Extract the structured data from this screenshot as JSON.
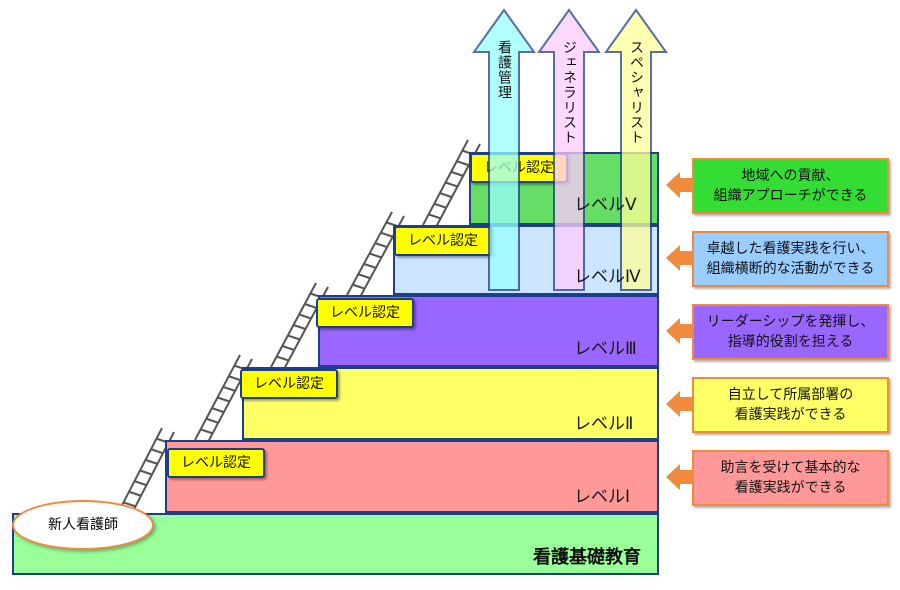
{
  "base": {
    "label": "看護基礎教育",
    "color": "#99ff99"
  },
  "new_nurse": {
    "label": "新人看護師"
  },
  "levels": [
    {
      "label": "レベルⅠ",
      "cert": "レベル認定",
      "color": "#ff9999",
      "desc_line1": "助言を受けて基本的な",
      "desc_line2": "看護実践ができる",
      "desc_color": "#ff9999"
    },
    {
      "label": "レベルⅡ",
      "cert": "レベル認定",
      "color": "#ffff66",
      "desc_line1": "自立して所属部署の",
      "desc_line2": "看護実践ができる",
      "desc_color": "#ffff66"
    },
    {
      "label": "レベルⅢ",
      "cert": "レベル認定",
      "color": "#9966ff",
      "desc_line1": "リーダーシップを発揮し、",
      "desc_line2": "指導的役割を担える",
      "desc_color": "#9966ff"
    },
    {
      "label": "レベルⅣ",
      "cert": "レベル認定",
      "color": "#cce5ff",
      "desc_line1": "卓越した看護実践を行い、",
      "desc_line2": "組織横断的な活動ができる",
      "desc_color": "#99ccff"
    },
    {
      "label": "レベルⅤ",
      "cert": "レベル認定",
      "color": "#66dd66",
      "desc_line1": "地域への貢献、",
      "desc_line2": "組織アプローチができる",
      "desc_color": "#33dd33"
    }
  ],
  "career_paths": [
    {
      "label": "看護管理",
      "color": "#99ffff"
    },
    {
      "label": "ジェネラリスト",
      "color": "#ffccff"
    },
    {
      "label": "スペシャリスト",
      "color": "#ffff99"
    }
  ],
  "accent_colors": {
    "border": "#1f3e8a",
    "desc_border": "#f08a3c",
    "arrow": "#f08a3c"
  }
}
